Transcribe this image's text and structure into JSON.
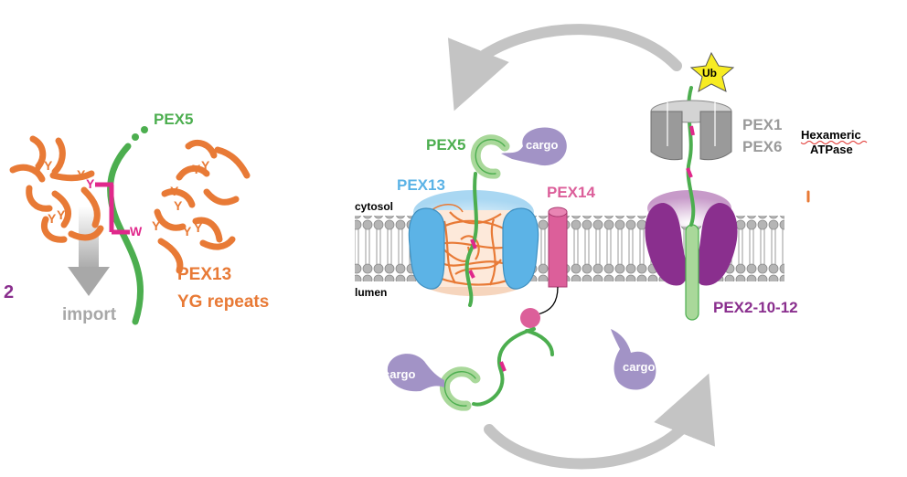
{
  "colors": {
    "pex5_green": "#4cae4f",
    "pex5_light": "#a9d89a",
    "pex13_orange": "#e87a36",
    "pex13_blue": "#5cb3e6",
    "pex14_pink": "#dc5f9a",
    "magenta": "#e0288b",
    "pex2_purple": "#8a2f8e",
    "cargo_lavender": "#a293c6",
    "atpase_gray": "#9a9a9a",
    "arrow_gray": "#c4c4c4",
    "ub_yellow": "#f7ec22"
  },
  "left_panel": {
    "pex5_label": "PEX5",
    "y_letter": "Y",
    "w_letter": "W",
    "pex13_label_line1": "PEX13",
    "pex13_label_line2": "YG repeats",
    "import_label": "import",
    "side_mark": "2"
  },
  "right_panel": {
    "pex5_label": "PEX5",
    "pex13_label": "PEX13",
    "pex14_label": "PEX14",
    "cytosol_label": "cytosol",
    "lumen_label": "lumen",
    "cargo_label": "cargo",
    "pex1_label": "PEX1",
    "pex6_label": "PEX6",
    "atpase_line1": "Hexameric",
    "atpase_line2": "ATPase",
    "ub_label": "Ub",
    "pex2_label": "PEX2-10-12"
  }
}
